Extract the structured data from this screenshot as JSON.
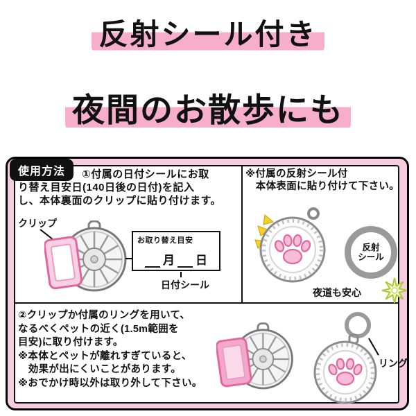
{
  "titles": {
    "line1": "反射シール付き",
    "line2": "夜間のお散歩にも"
  },
  "usage": {
    "badge": "使用方法",
    "step1": {
      "line1": "①付属の日付シールにお取",
      "rest": "り替え目安日(140日後の日付)を記入\nし、本体裏面のクリップに貼り付けます。",
      "clip_label": "クリップ",
      "date_box_title": "お取り替え目安",
      "month_label": "月",
      "day_label": "日",
      "date_seal_label": "日付シール"
    },
    "reflective": {
      "note": "※付属の反射シール付\n　本体表面に貼り付けて下さい。",
      "seal_circle": "反射\nシール",
      "night_note": "夜道も安心"
    },
    "step2": {
      "text": "②クリップか付属のリングを用いて、\nなるべくペットの近く(1.5m範囲を\n目安)に取り付けます。\n※本体とペットが離れすぎていると、\n　効果が出にくいことがあります。\n※おでかけ時以外は取り外して下さい。",
      "ring_label": "リング"
    }
  },
  "colors": {
    "highlight_pink": "#f6aecb",
    "box_pink": "#f6cde0",
    "badge_black": "#111111",
    "clip_pink_light": "#f9cfe3",
    "clip_pink": "#f3a7cb",
    "paw_pink": "#f7bcd7",
    "paw_outline": "#e2679f",
    "sparkle_yellow": "#f5d028",
    "star_green": "#aec938",
    "ring_gray": "#9a9a9a"
  }
}
